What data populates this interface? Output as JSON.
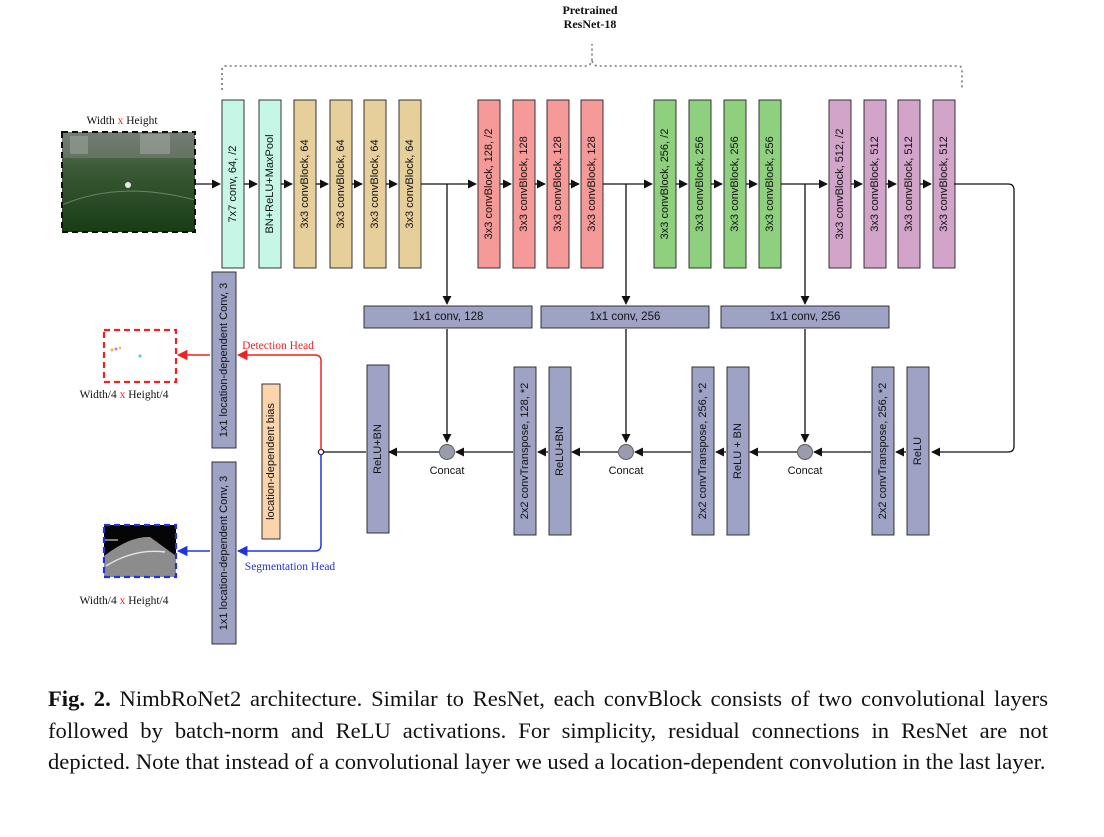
{
  "colors": {
    "teal": "#c5f6e6",
    "tan": "#e6cf9a",
    "red": "#f59a98",
    "green": "#8fd07f",
    "purple": "#d2a4c9",
    "slate": "#9ea3c6",
    "orange": "#fcd4ac",
    "detection": "#ee2222",
    "segmentation": "#2233dd"
  },
  "labels": {
    "pretrained_line1": "Pretrained",
    "pretrained_line2": "ResNet-18",
    "input_dim_w": "Width ",
    "input_dim_x": "x",
    "input_dim_h": " Height",
    "out_dim_w": "Width/4 ",
    "out_dim_x": "x",
    "out_dim_h": " Height/4",
    "detection_head": "Detection Head",
    "segmentation_head": "Segmentation Head",
    "concat": "Concat"
  },
  "encoder": [
    "7x7 conv, 64, /2",
    "BN+ReLU+MaxPool",
    "3x3 convBlock, 64",
    "3x3 convBlock, 64",
    "3x3 convBlock, 64",
    "3x3 convBlock, 64",
    "3x3 convBlock, 128, /2",
    "3x3 convBlock, 128",
    "3x3 convBlock, 128",
    "3x3 convBlock, 128",
    "3x3 convBlock, 256, /2",
    "3x3 convBlock, 256",
    "3x3 convBlock, 256",
    "3x3 convBlock, 256",
    "3x3 convBlock, 512, /2",
    "3x3 convBlock, 512",
    "3x3 convBlock, 512",
    "3x3 convBlock, 512"
  ],
  "lateral": [
    "1x1 conv, 128",
    "1x1 conv, 256",
    "1x1 conv, 256"
  ],
  "decoder": [
    "ReLU",
    "2x2 convTranspose, 256, *2",
    "ReLU + BN",
    "2x2 convTranspose, 256, *2",
    "ReLU+BN",
    "2x2 convTranspose, 128, *2",
    "ReLU+BN"
  ],
  "heads": {
    "detection_conv": "1x1 location-dependent Conv, 3",
    "bias": "location-dependent bias",
    "segmentation_conv": "1x1 location-dependent Conv, 3"
  },
  "caption": {
    "fig_label": "Fig. 2.",
    "text": " NimbRoNet2 architecture. Similar to ResNet, each convBlock consists of two convolutional layers followed by batch-norm and ReLU activations. For simplicity, residual connections in ResNet are not depicted. Note that instead of a convolutional layer we used a location-dependent convolution in the last layer."
  }
}
